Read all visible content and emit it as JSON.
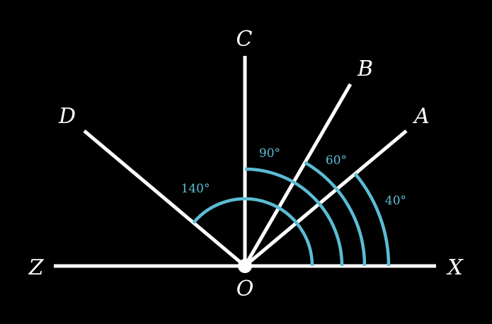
{
  "colors": {
    "background": "#000000",
    "lines": "#ffffff",
    "arcs": "#5bbcd4"
  },
  "rays": [
    {
      "name": "OX",
      "angle_deg": 0
    },
    {
      "name": "OA",
      "angle_deg": 40
    },
    {
      "name": "OB",
      "angle_deg": 60
    },
    {
      "name": "OC",
      "angle_deg": 90
    },
    {
      "name": "OD",
      "angle_deg": 140
    },
    {
      "name": "OZ",
      "angle_deg": 180
    }
  ],
  "points": {
    "origin": "O",
    "x": "X",
    "a": "A",
    "b": "B",
    "c": "C",
    "d": "D",
    "z": "Z"
  },
  "angles": [
    {
      "label": "40°",
      "from": "X",
      "to": "A",
      "degrees": 40
    },
    {
      "label": "60°",
      "from": "X",
      "to": "B",
      "degrees": 60
    },
    {
      "label": "90°",
      "from": "X",
      "to": "C",
      "degrees": 90
    },
    {
      "label": "140°",
      "from": "X",
      "to": "D",
      "degrees": 140
    }
  ]
}
